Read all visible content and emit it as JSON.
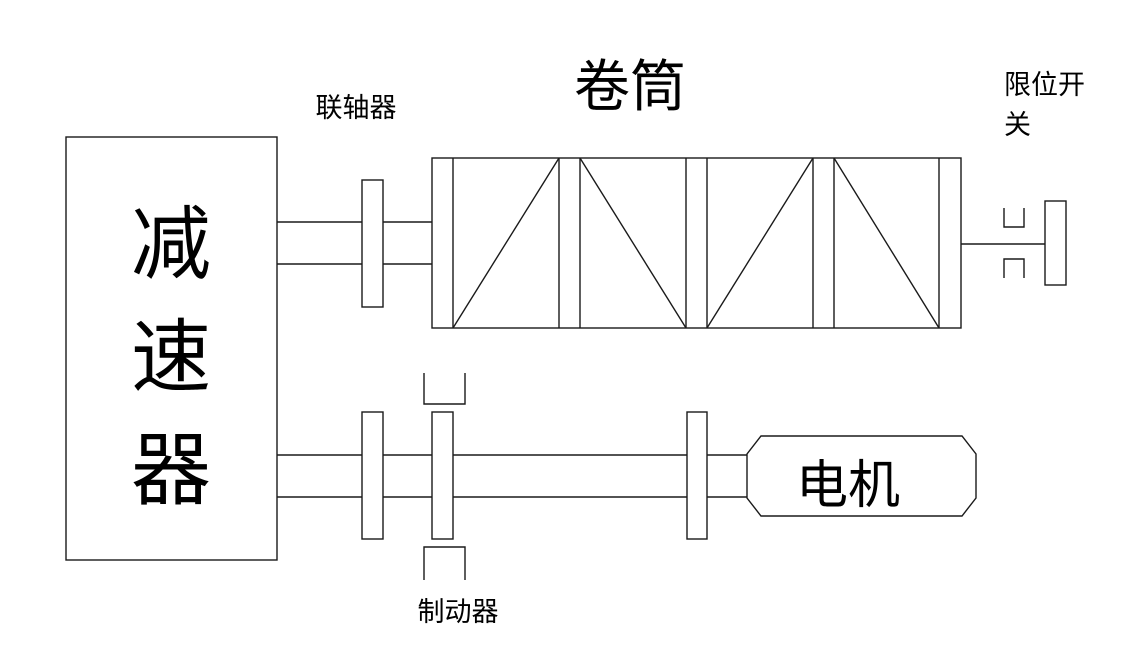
{
  "diagram": {
    "type": "mechanical schematic",
    "components": {
      "reducer": {
        "label_chars": [
          "减",
          "速",
          "器"
        ]
      },
      "drum": {
        "label": "卷筒",
        "sections": 4
      },
      "coupling": {
        "label": "联轴器"
      },
      "limit_switch": {
        "label_line1": "限位开",
        "label_line2": "关"
      },
      "brake": {
        "label": "制动器"
      },
      "motor": {
        "label": "电机"
      }
    },
    "line_color": "#1a1a1a",
    "background": "#ffffff"
  }
}
